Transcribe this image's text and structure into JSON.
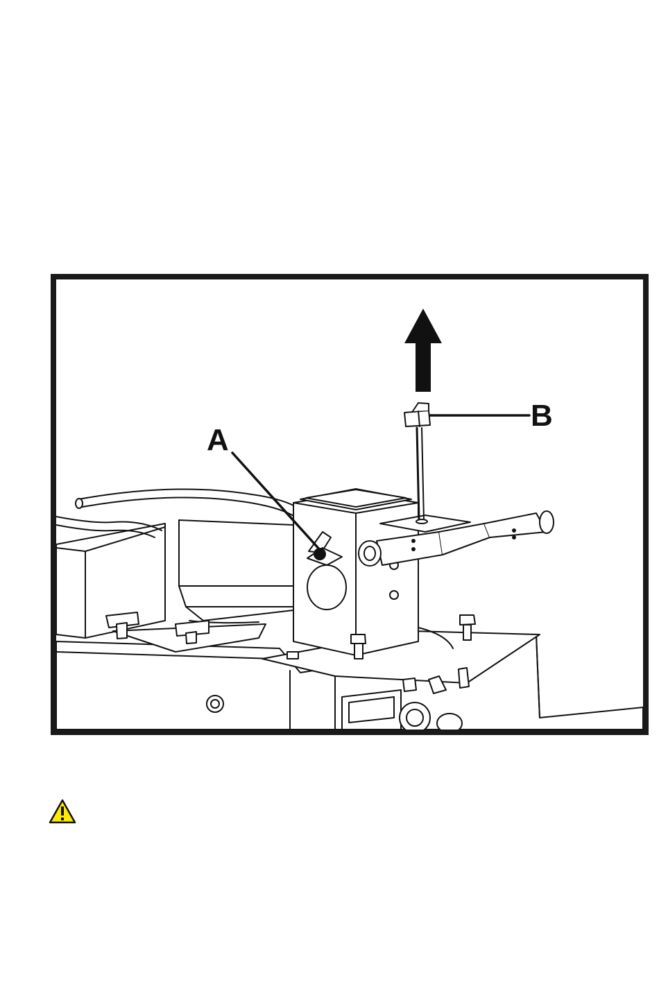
{
  "figure": {
    "callouts": [
      {
        "id": "A",
        "text": "A",
        "target": "wing-knob"
      },
      {
        "id": "B",
        "text": "B",
        "target": "pin-handle"
      }
    ],
    "arrow": {
      "direction": "up"
    },
    "colors": {
      "line": "#111111",
      "frame": "#1a1a1a",
      "background": "#ffffff"
    }
  },
  "warning_icon": {
    "name": "caution-triangle-icon",
    "fill": "#ffeb00",
    "stroke": "#111111"
  }
}
